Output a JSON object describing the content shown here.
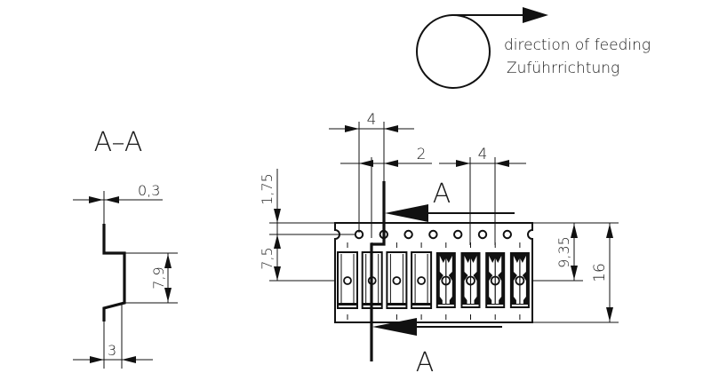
{
  "feeding": {
    "label_en": "direction of feeding",
    "label_de": "Zuführrichtung"
  },
  "section": {
    "title": "A–A",
    "dim_thickness": "0,3",
    "dim_depth": "7,9",
    "dim_height": "3"
  },
  "tape": {
    "dim_pitch_holes": "4",
    "dim_offset": "2",
    "dim_pitch_pockets": "4",
    "dim_hole_edge": "1,75",
    "dim_hole_pocket": "7,5",
    "dim_pocket_center": "9,35",
    "dim_width": "16",
    "section_label_top": "A",
    "section_label_bottom": "A",
    "pocket_count": 8,
    "filled_pockets": 4,
    "sprocket_holes": 7
  }
}
